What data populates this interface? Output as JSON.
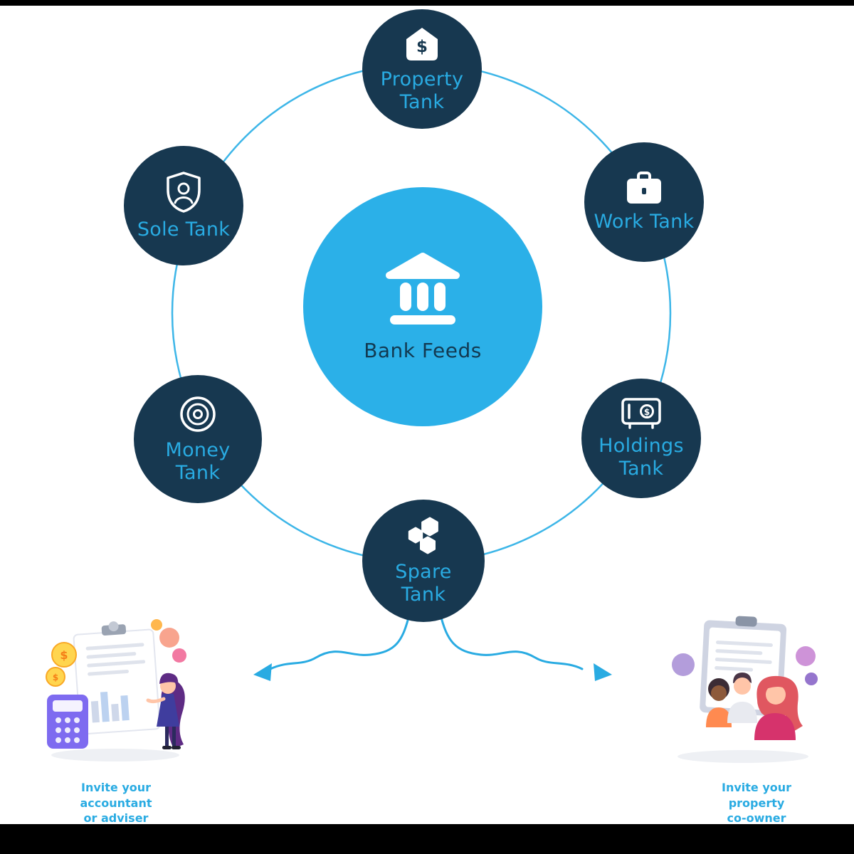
{
  "diagram": {
    "center": {
      "label": "Bank Feeds",
      "icon": "bank-icon"
    },
    "tanks": [
      {
        "id": "property",
        "label": "Property Tank",
        "icon": "house-dollar-icon"
      },
      {
        "id": "work",
        "label": "Work Tank",
        "icon": "briefcase-icon"
      },
      {
        "id": "holdings",
        "label": "Holdings Tank",
        "icon": "safe-icon"
      },
      {
        "id": "spare",
        "label": "Spare Tank",
        "icon": "hexagons-icon"
      },
      {
        "id": "money",
        "label": "Money Tank",
        "icon": "concentric-circles-icon"
      },
      {
        "id": "sole",
        "label": "Sole Tank",
        "icon": "shield-user-icon"
      }
    ],
    "captions": {
      "left": [
        "Invite your",
        "accountant",
        "or adviser"
      ],
      "right": [
        "Invite your",
        "property",
        "co-owner"
      ]
    },
    "colors": {
      "accent": "#29abe2",
      "tank_background": "#173850",
      "center_background": "#2bb0e8",
      "center_text": "#123a52"
    }
  }
}
